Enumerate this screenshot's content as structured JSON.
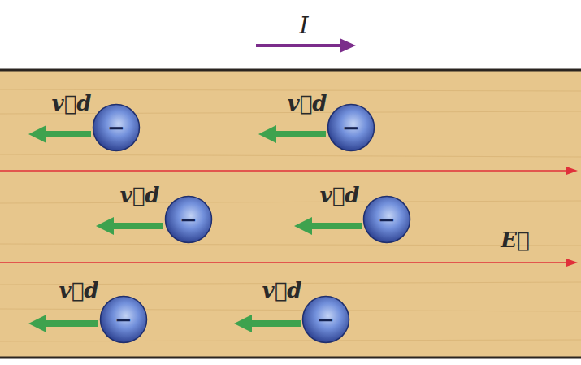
{
  "diagram": {
    "nodes": [
      {
        "text": [
          "−"
        ]
      },
      {
        "text": [
          "−"
        ]
      },
      {
        "text": [
          "−"
        ]
      },
      {
        "text": [
          "−"
        ]
      },
      {
        "text": [
          "−"
        ]
      },
      {
        "text": [
          "−"
        ]
      }
    ],
    "labels": [
      "I",
      "v⃗d",
      "v⃗d",
      "v⃗d",
      "v⃗d",
      "E⃗",
      "v⃗d",
      "v⃗d"
    ]
  }
}
